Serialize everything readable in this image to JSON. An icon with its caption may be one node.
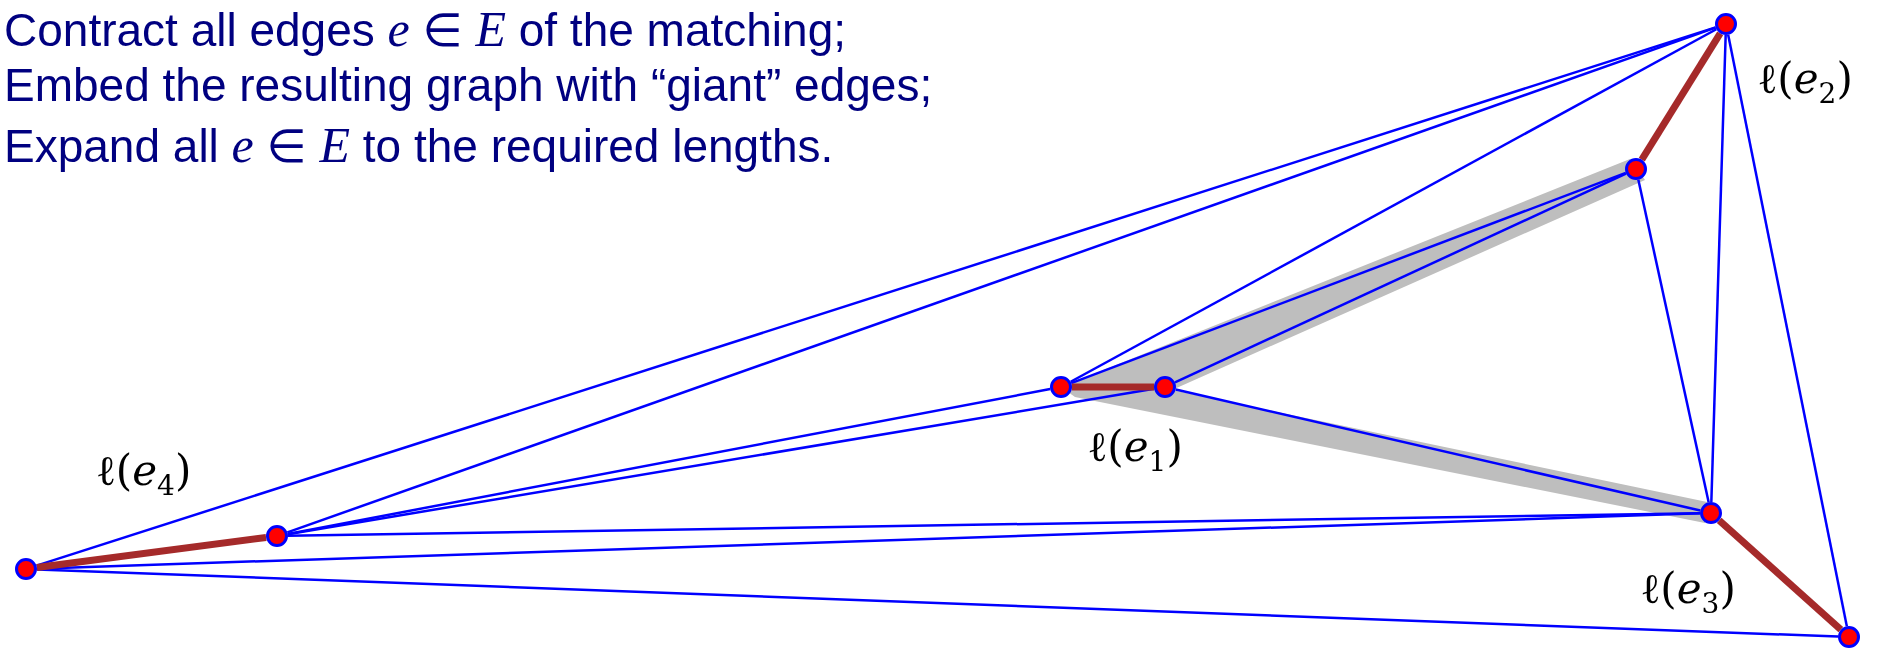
{
  "diagram": {
    "nodes": [
      {
        "text": [],
        "shape": "circle"
      },
      {
        "text": [],
        "shape": "circle"
      },
      {
        "text": [],
        "shape": "circle"
      },
      {
        "text": [],
        "shape": "circle"
      },
      {
        "text": [],
        "shape": "circle"
      },
      {
        "text": [],
        "shape": "circle"
      },
      {
        "text": [],
        "shape": "circle"
      },
      {
        "text": [],
        "shape": "circle"
      }
    ],
    "edges": [
      {
        "from": 0,
        "to": 1,
        "arrow": "none",
        "label": "ℓ(*e*$_{4}$)",
        "style": "thick",
        "color": "#a52a2a"
      },
      {
        "from": 2,
        "to": 3,
        "arrow": "none",
        "label": "ℓ(*e*$_{1}$)",
        "style": "thick",
        "color": "#a52a2a"
      },
      {
        "from": 4,
        "to": 6,
        "arrow": "none",
        "label": "ℓ(*e*$_{2}$)",
        "style": "thick",
        "color": "#a52a2a"
      },
      {
        "from": 5,
        "to": 7,
        "arrow": "none",
        "label": "ℓ(*e*$_{3}$)",
        "style": "thick",
        "color": "#a52a2a"
      },
      {
        "from": 0,
        "to": 6,
        "arrow": "none"
      },
      {
        "from": 1,
        "to": 6,
        "arrow": "none"
      },
      {
        "from": 2,
        "to": 6,
        "arrow": "none"
      },
      {
        "from": 2,
        "to": 4,
        "arrow": "none"
      },
      {
        "from": 3,
        "to": 4,
        "arrow": "none"
      },
      {
        "from": 3,
        "to": 5,
        "arrow": "none"
      },
      {
        "from": 4,
        "to": 5,
        "arrow": "none"
      },
      {
        "from": 6,
        "to": 5,
        "arrow": "none"
      },
      {
        "from": 6,
        "to": 7,
        "arrow": "none"
      },
      {
        "from": 1,
        "to": 2,
        "arrow": "none"
      },
      {
        "from": 1,
        "to": 3,
        "arrow": "none"
      },
      {
        "from": 1,
        "to": 5,
        "arrow": "none"
      },
      {
        "from": 0,
        "to": 5,
        "arrow": "none"
      },
      {
        "from": 0,
        "to": 7,
        "arrow": "none"
      }
    ],
    "labels": [
      "Contract all edges *e* ∈ *E* of the matching;",
      "Embed the resulting graph with “giant” edges;",
      "Expand all *e* ∈ *E* to the required lengths."
    ]
  }
}
